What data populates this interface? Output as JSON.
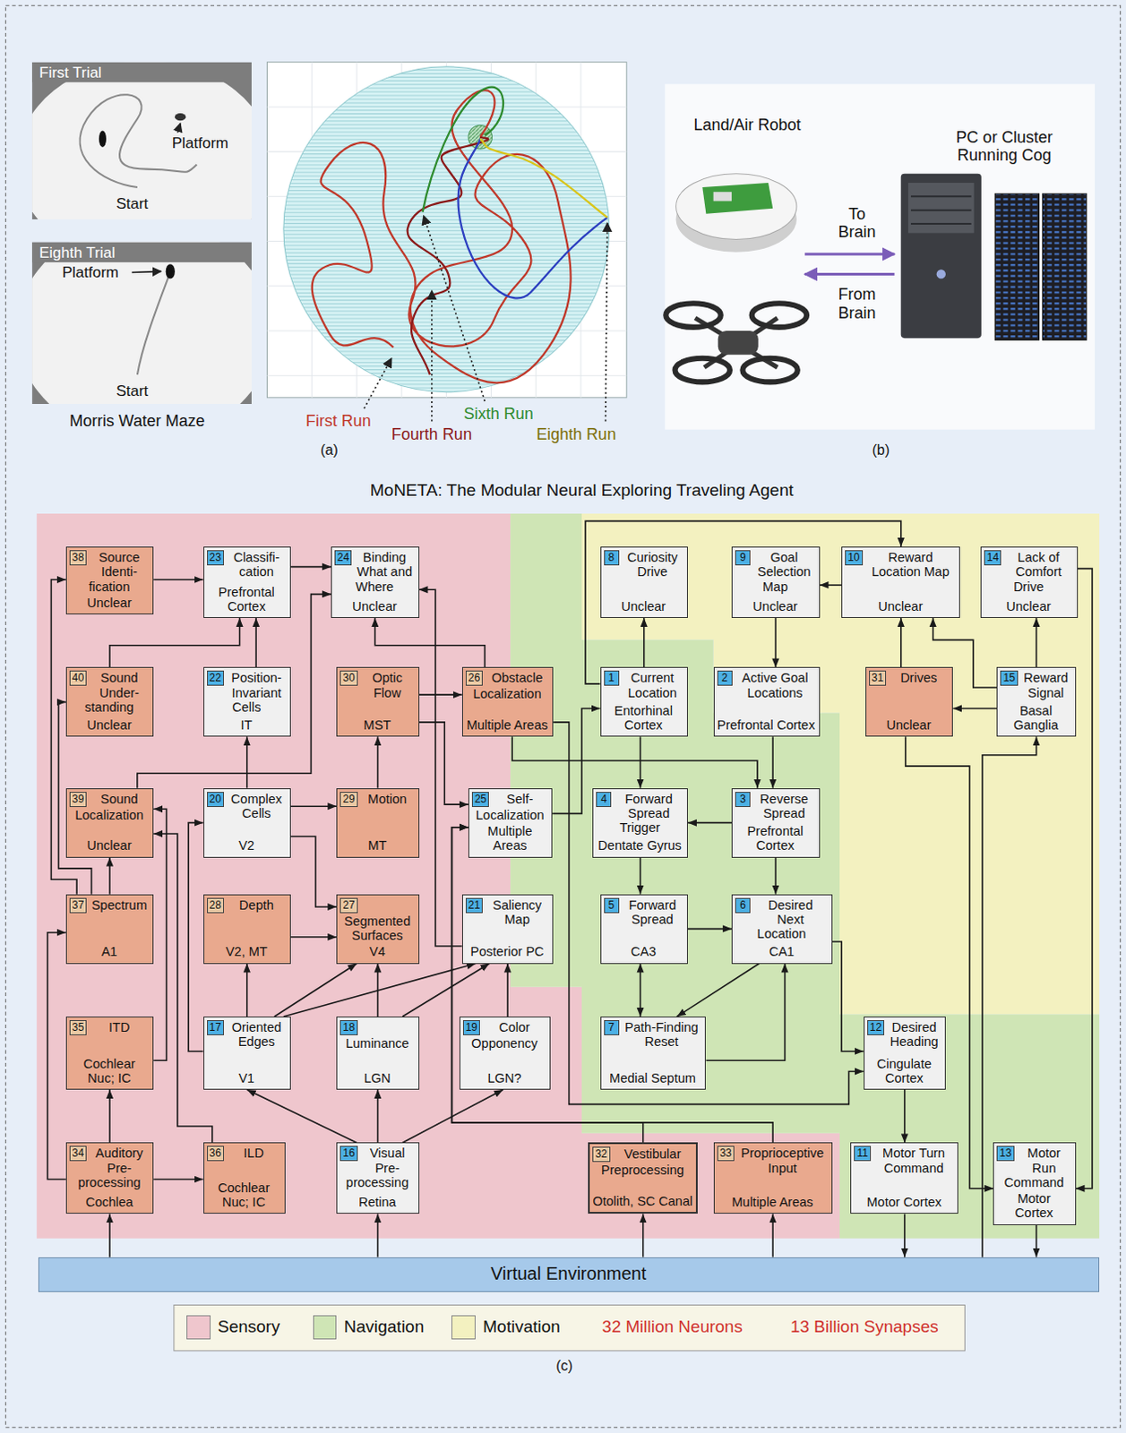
{
  "diagram": {
    "title": "MoNETA: The Modular Neural Exploring Traveling Agent",
    "nodes": [
      {
        "text": [
          "38",
          "Source Identi- fication",
          "Unclear"
        ]
      },
      {
        "text": [
          "23",
          "Classifi- cation",
          "Prefrontal Cortex"
        ]
      },
      {
        "text": [
          "24",
          "Binding What and Where",
          "Unclear"
        ]
      },
      {
        "text": [
          "8",
          "Curiosity Drive",
          "Unclear"
        ]
      },
      {
        "text": [
          "9",
          "Goal Selection Map",
          "Unclear"
        ]
      },
      {
        "text": [
          "10",
          "Reward Location Map",
          "Unclear"
        ]
      },
      {
        "text": [
          "14",
          "Lack of Comfort Drive",
          "Unclear"
        ]
      },
      {
        "text": [
          "40",
          "Sound Under- standing",
          "Unclear"
        ]
      },
      {
        "text": [
          "22",
          "Position- Invariant Cells",
          "IT"
        ]
      },
      {
        "text": [
          "30",
          "Optic Flow",
          "MST"
        ]
      },
      {
        "text": [
          "26",
          "Obstacle Localization",
          "Multiple Areas"
        ]
      },
      {
        "text": [
          "1",
          "Current Location",
          "Entorhinal Cortex"
        ]
      },
      {
        "text": [
          "2",
          "Active Goal Locations",
          "Prefrontal Cortex"
        ]
      },
      {
        "text": [
          "31",
          "Drives",
          "Unclear"
        ]
      },
      {
        "text": [
          "15",
          "Reward Signal",
          "Basal Ganglia"
        ]
      },
      {
        "text": [
          "39",
          "Sound Localization",
          "Unclear"
        ]
      },
      {
        "text": [
          "20",
          "Complex Cells",
          "V2"
        ]
      },
      {
        "text": [
          "29",
          "Motion",
          "MT"
        ]
      },
      {
        "text": [
          "25",
          "Self- Localization",
          "Multiple Areas"
        ]
      },
      {
        "text": [
          "4",
          "Forward Spread Trigger",
          "Dentate Gyrus"
        ]
      },
      {
        "text": [
          "3",
          "Reverse Spread",
          "Prefrontal Cortex"
        ]
      },
      {
        "text": [
          "37",
          "Spectrum",
          "A1"
        ]
      },
      {
        "text": [
          "28",
          "Depth",
          "V2, MT"
        ]
      },
      {
        "text": [
          "27",
          "Segmented Surfaces",
          "V4"
        ]
      },
      {
        "text": [
          "21",
          "Saliency Map",
          "Posterior PC"
        ]
      },
      {
        "text": [
          "5",
          "Forward Spread",
          "CA3"
        ]
      },
      {
        "text": [
          "6",
          "Desired Next Location",
          "CA1"
        ]
      },
      {
        "text": [
          "35",
          "ITD",
          "Cochlear Nuc; IC"
        ]
      },
      {
        "text": [
          "17",
          "Oriented Edges",
          "V1"
        ]
      },
      {
        "text": [
          "18",
          "Luminance",
          "LGN"
        ]
      },
      {
        "text": [
          "19",
          "Color Opponency",
          "LGN?"
        ]
      },
      {
        "text": [
          "7",
          "Path-Finding Reset",
          "Medial Septum"
        ]
      },
      {
        "text": [
          "12",
          "Desired Heading",
          "Cingulate Cortex"
        ]
      },
      {
        "text": [
          "34",
          "Auditory Pre- processing",
          "Cochlea"
        ]
      },
      {
        "text": [
          "36",
          "ILD",
          "Cochlear Nuc; IC"
        ]
      },
      {
        "text": [
          "16",
          "Visual Pre- processing",
          "Retina"
        ]
      },
      {
        "text": [
          "32",
          "Vestibular Preprocessing",
          "Otolith, SC Canal"
        ]
      },
      {
        "text": [
          "33",
          "Proprioceptive Input",
          "Multiple Areas"
        ]
      },
      {
        "text": [
          "11",
          "Motor Turn Command",
          "Motor Cortex"
        ]
      },
      {
        "text": [
          "13",
          "Motor Run Command",
          "Motor Cortex"
        ]
      },
      {
        "text": [
          "Virtual Environment"
        ]
      }
    ],
    "edges": [
      {
        "from": 40,
        "to": 33,
        "arrow": "to"
      },
      {
        "from": 40,
        "to": 35,
        "arrow": "to"
      },
      {
        "from": 40,
        "to": 36,
        "arrow": "to"
      },
      {
        "from": 40,
        "to": 37,
        "arrow": "to"
      },
      {
        "from": 33,
        "to": 27,
        "arrow": "to"
      },
      {
        "from": 33,
        "to": 34,
        "arrow": "to"
      },
      {
        "from": 33,
        "to": 21,
        "arrow": "to"
      },
      {
        "from": 27,
        "to": 15,
        "arrow": "to"
      },
      {
        "from": 34,
        "to": 15,
        "arrow": "to"
      },
      {
        "from": 21,
        "to": 15,
        "arrow": "to"
      },
      {
        "from": 21,
        "to": 0,
        "arrow": "to"
      },
      {
        "from": 21,
        "to": 7,
        "arrow": "to"
      },
      {
        "from": 0,
        "to": 1,
        "arrow": "to"
      },
      {
        "from": 7,
        "to": 1,
        "arrow": "to"
      },
      {
        "from": 8,
        "to": 1,
        "arrow": "to"
      },
      {
        "from": 1,
        "to": 2,
        "arrow": "to"
      },
      {
        "from": 15,
        "to": 2,
        "arrow": "to"
      },
      {
        "from": 16,
        "to": 8,
        "arrow": "to"
      },
      {
        "from": 16,
        "to": 17,
        "arrow": "to"
      },
      {
        "from": 16,
        "to": 23,
        "arrow": "to"
      },
      {
        "from": 28,
        "to": 16,
        "arrow": "to"
      },
      {
        "from": 28,
        "to": 22,
        "arrow": "to"
      },
      {
        "from": 28,
        "to": 23,
        "arrow": "to"
      },
      {
        "from": 28,
        "to": 24,
        "arrow": "to"
      },
      {
        "from": 29,
        "to": 23,
        "arrow": "to"
      },
      {
        "from": 29,
        "to": 24,
        "arrow": "to"
      },
      {
        "from": 30,
        "to": 24,
        "arrow": "to"
      },
      {
        "from": 35,
        "to": 28,
        "arrow": "to"
      },
      {
        "from": 35,
        "to": 29,
        "arrow": "to"
      },
      {
        "from": 35,
        "to": 30,
        "arrow": "to"
      },
      {
        "from": 22,
        "to": 23,
        "arrow": "to"
      },
      {
        "from": 17,
        "to": 9,
        "arrow": "to"
      },
      {
        "from": 9,
        "to": 10,
        "arrow": "to"
      },
      {
        "from": 9,
        "to": 18,
        "arrow": "to"
      },
      {
        "from": 10,
        "to": 2,
        "arrow": "to"
      },
      {
        "from": 24,
        "to": 2,
        "arrow": "to"
      },
      {
        "from": 36,
        "to": 18,
        "arrow": "to"
      },
      {
        "from": 37,
        "to": 18,
        "arrow": "to"
      },
      {
        "from": 18,
        "to": 11,
        "arrow": "to"
      },
      {
        "from": 10,
        "to": 32,
        "arrow": "to"
      },
      {
        "from": 11,
        "to": 3,
        "arrow": "to"
      },
      {
        "from": 11,
        "to": 19,
        "arrow": "to"
      },
      {
        "from": 11,
        "to": 5,
        "arrow": "to"
      },
      {
        "from": 12,
        "to": 20,
        "arrow": "to"
      },
      {
        "from": 10,
        "to": 20,
        "arrow": "to"
      },
      {
        "from": 20,
        "to": 19,
        "arrow": "to"
      },
      {
        "from": 19,
        "to": 25,
        "arrow": "to"
      },
      {
        "from": 25,
        "to": 26,
        "arrow": "to"
      },
      {
        "from": 20,
        "to": 26,
        "arrow": "to"
      },
      {
        "from": 25,
        "to": 31,
        "arrow": "both"
      },
      {
        "from": 26,
        "to": 31,
        "arrow": "to"
      },
      {
        "from": 31,
        "to": 26,
        "arrow": "to"
      },
      {
        "from": 26,
        "to": 32,
        "arrow": "to"
      },
      {
        "from": 4,
        "to": 12,
        "arrow": "to"
      },
      {
        "from": 5,
        "to": 4,
        "arrow": "to"
      },
      {
        "from": 14,
        "to": 6,
        "arrow": "to"
      },
      {
        "from": 14,
        "to": 13,
        "arrow": "to"
      },
      {
        "from": 14,
        "to": 5,
        "arrow": "to"
      },
      {
        "from": 13,
        "to": 5,
        "arrow": "to"
      },
      {
        "from": 13,
        "to": 39,
        "arrow": "to"
      },
      {
        "from": 6,
        "to": 39,
        "arrow": "to"
      },
      {
        "from": 32,
        "to": 38,
        "arrow": "to"
      },
      {
        "from": 38,
        "to": 40,
        "arrow": "to"
      },
      {
        "from": 39,
        "to": 40,
        "arrow": "to"
      },
      {
        "from": 40,
        "to": 14,
        "arrow": "to"
      }
    ],
    "labels": [
      "First Trial",
      "Platform",
      "Start",
      "Eighth Trial",
      "Platform",
      "Start",
      "Morris Water Maze",
      "First Run",
      "Fourth Run",
      "Sixth Run",
      "Eighth Run",
      "(a)",
      "Land/Air Robot",
      "PC or Cluster Running Cog",
      "To Brain",
      "From Brain",
      "(b)",
      "32 Million Neurons",
      "13 Billion Synapses",
      "(c)"
    ],
    "legend": [
      {
        "text": "Sensory",
        "color": "#efc6cd"
      },
      {
        "text": "Navigation",
        "color": "#cfe5b5"
      },
      {
        "text": "Motivation",
        "color": "#f3f1c0"
      }
    ]
  }
}
